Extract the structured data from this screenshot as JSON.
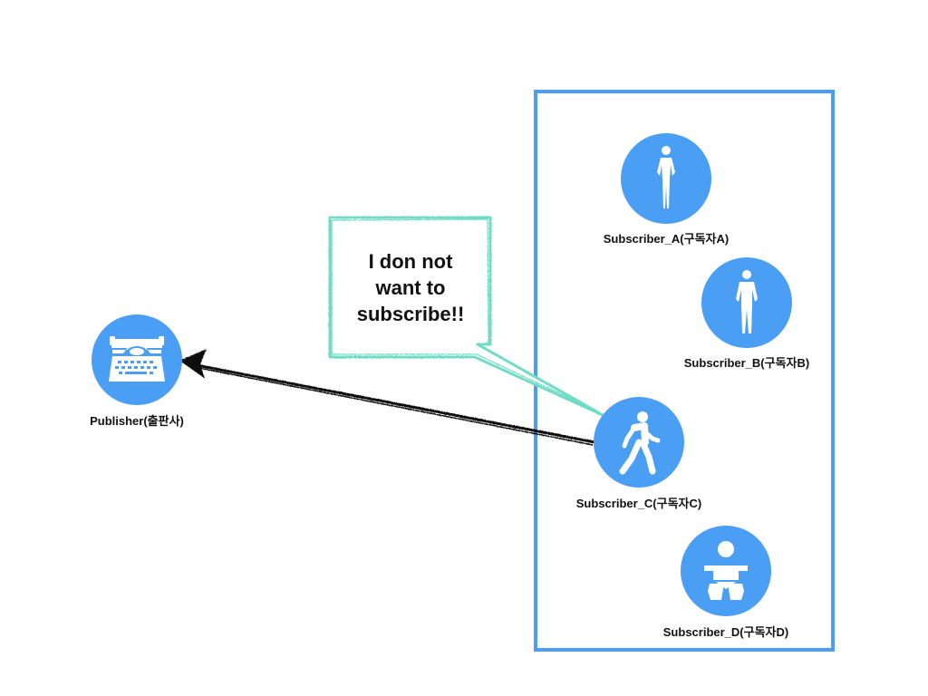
{
  "colors": {
    "node_fill": "#4a9ff5",
    "frame_stroke": "#4a9ff5",
    "bubble_stroke": "#6fdcc6",
    "arrow": "#111111",
    "icon": "#ffffff"
  },
  "publisher": {
    "icon": "typewriter-icon",
    "label": "Publisher(출판사)"
  },
  "subscribers": [
    {
      "id": "a",
      "icon": "standing-woman-icon",
      "label": "Subscriber_A(구독자A)"
    },
    {
      "id": "b",
      "icon": "standing-man-icon",
      "label": "Subscriber_B(구독자B)"
    },
    {
      "id": "c",
      "icon": "walking-person-icon",
      "label": "Subscriber_C(구독자C)"
    },
    {
      "id": "d",
      "icon": "baby-icon",
      "label": "Subscriber_D(구독자D)"
    }
  ],
  "speech_bubble": {
    "lines": [
      "I don not",
      "want to",
      "subscribe!!"
    ]
  },
  "connection": {
    "from": "Subscriber_C",
    "to": "Publisher",
    "style": "hand-drawn arrow"
  }
}
